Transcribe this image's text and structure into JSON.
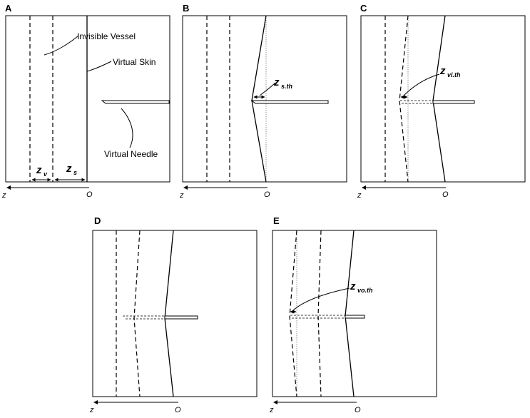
{
  "panels": {
    "a": {
      "letter": "A",
      "invisible_vessel_label": "Invisible Vessel",
      "virtual_skin_label": "Virtual Skin",
      "virtual_needle_label": "Virtual Needle",
      "zv_symbol": "z",
      "zv_subscript": "v",
      "zs_symbol": "z",
      "zs_subscript": "s",
      "axis_z_label": "z",
      "axis_origin_label": "O"
    },
    "b": {
      "letter": "B",
      "threshold_symbol": "z",
      "threshold_subscript": "s.th",
      "axis_z_label": "z",
      "axis_origin_label": "O"
    },
    "c": {
      "letter": "C",
      "threshold_symbol": "z",
      "threshold_subscript": "vi.th",
      "axis_z_label": "z",
      "axis_origin_label": "O"
    },
    "d": {
      "letter": "D",
      "axis_z_label": "z",
      "axis_origin_label": "O"
    },
    "e": {
      "letter": "E",
      "threshold_symbol": "z",
      "threshold_subscript": "vo.th",
      "axis_z_label": "z",
      "axis_origin_label": "O"
    }
  }
}
